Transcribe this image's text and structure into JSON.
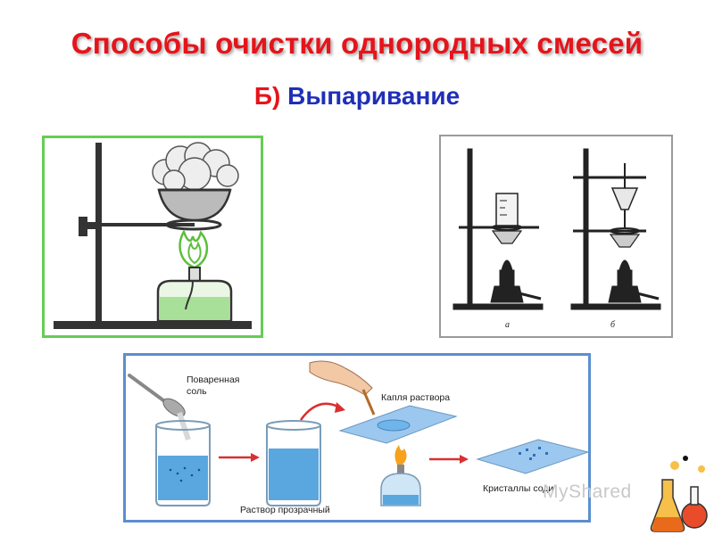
{
  "slide": {
    "title": "Способы очистки однородных смесей",
    "subtitle_prefix": "Б)",
    "subtitle_text": "Выпаривание"
  },
  "apparatus_panel": {
    "label_a": "а",
    "label_b": "б"
  },
  "process_panel": {
    "salt_label_line1": "Поваренная",
    "salt_label_line2": "соль",
    "drop_label": "Капля раствора",
    "solution_label": "Раствор прозрачный",
    "crystals_label": "Кристаллы соди"
  },
  "watermark": "MyShared",
  "colors": {
    "title": "#e5141b",
    "subtitle_blue": "#1f2fb8",
    "panel1_border": "#66cc55",
    "panel3_border": "#5b8fd0",
    "arrow": "#d93030",
    "water": "#5aa7e0"
  }
}
